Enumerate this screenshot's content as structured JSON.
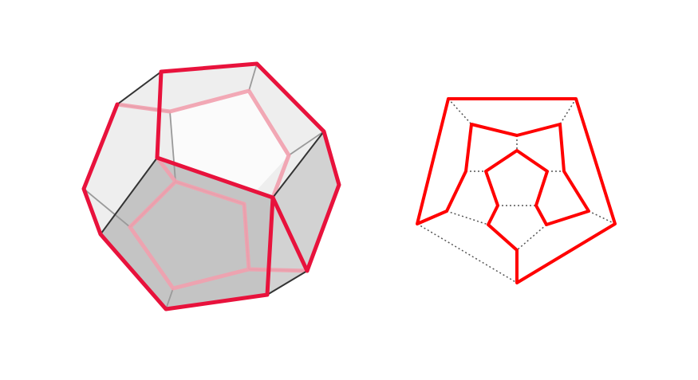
{
  "colors": {
    "background": "#ffffff",
    "hamiltonian_path": "#e8123c",
    "hamiltonian_path_graph": "#ff0000",
    "edge_visible": "#333333",
    "edge_hidden": "#999999",
    "face_back_light": "#eeeeee",
    "face_front_dark": "#c4c4c4",
    "face_side": "#d2d2d2",
    "face_top": "#fafafa",
    "graph_dotted_edge": "#555555"
  },
  "diagram": {
    "left": {
      "kind": "dodecahedron-3d",
      "path_drawn": "hamiltonian-cycle"
    },
    "right": {
      "kind": "schlegel-graph",
      "outer_vertices": 5,
      "path_drawn": "hamiltonian-cycle"
    }
  }
}
